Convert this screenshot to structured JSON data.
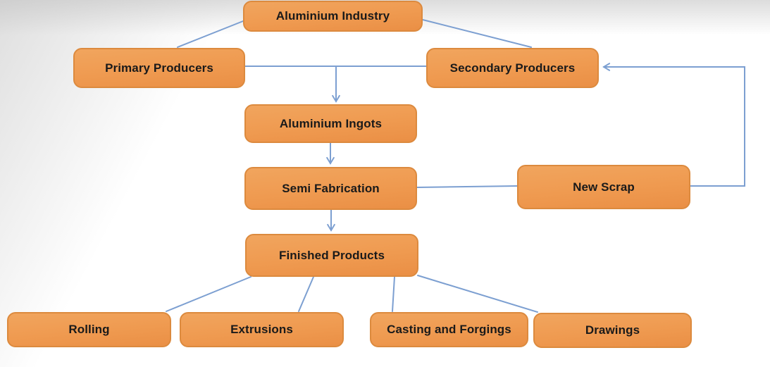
{
  "diagram": {
    "title": "Aluminium Industry flow chart",
    "colors": {
      "node_fill": "#EF9A50",
      "node_border": "#DC8A3E",
      "connector": "#7C9FD1",
      "label_text": "#1A1A1A"
    },
    "nodes": {
      "aluminium_industry": "Aluminium Industry",
      "primary_producers": "Primary Producers",
      "secondary_producers": "Secondary Producers",
      "aluminium_ingots": "Aluminium Ingots",
      "semi_fabrication": "Semi Fabrication",
      "new_scrap": "New Scrap",
      "finished_products": "Finished Products",
      "rolling": "Rolling",
      "extrusions": "Extrusions",
      "casting_and_forgings": "Casting and Forgings",
      "drawings": "Drawings"
    },
    "edges": [
      "aluminium_industry -> primary_producers",
      "aluminium_industry -> secondary_producers",
      "primary_producers - secondary_producers",
      "primary_producers/secondary_producers -> aluminium_ingots (arrow)",
      "aluminium_ingots -> semi_fabrication (arrow)",
      "semi_fabrication - new_scrap",
      "new_scrap -> secondary_producers (arrow, loop right side)",
      "semi_fabrication -> finished_products (arrow)",
      "finished_products -> rolling",
      "finished_products -> extrusions",
      "finished_products -> casting_and_forgings",
      "finished_products -> drawings"
    ]
  }
}
